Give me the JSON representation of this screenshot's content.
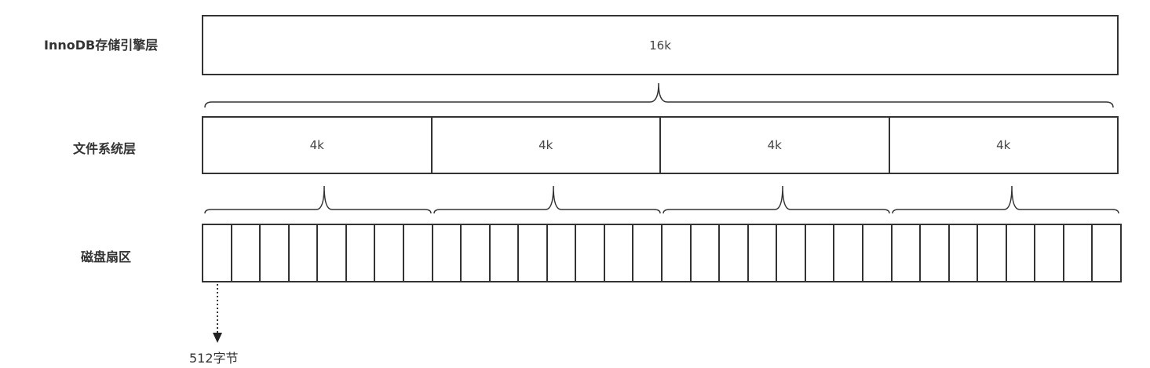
{
  "labels": {
    "innodb": "InnoDB存储引擎层",
    "filesystem": "文件系统层",
    "disk": "磁盘扇区"
  },
  "innodb_page": {
    "size": "16k"
  },
  "filesystem_blocks": [
    "4k",
    "4k",
    "4k",
    "4k"
  ],
  "disk_sectors": {
    "count": 32
  },
  "sector_note": "512字节"
}
